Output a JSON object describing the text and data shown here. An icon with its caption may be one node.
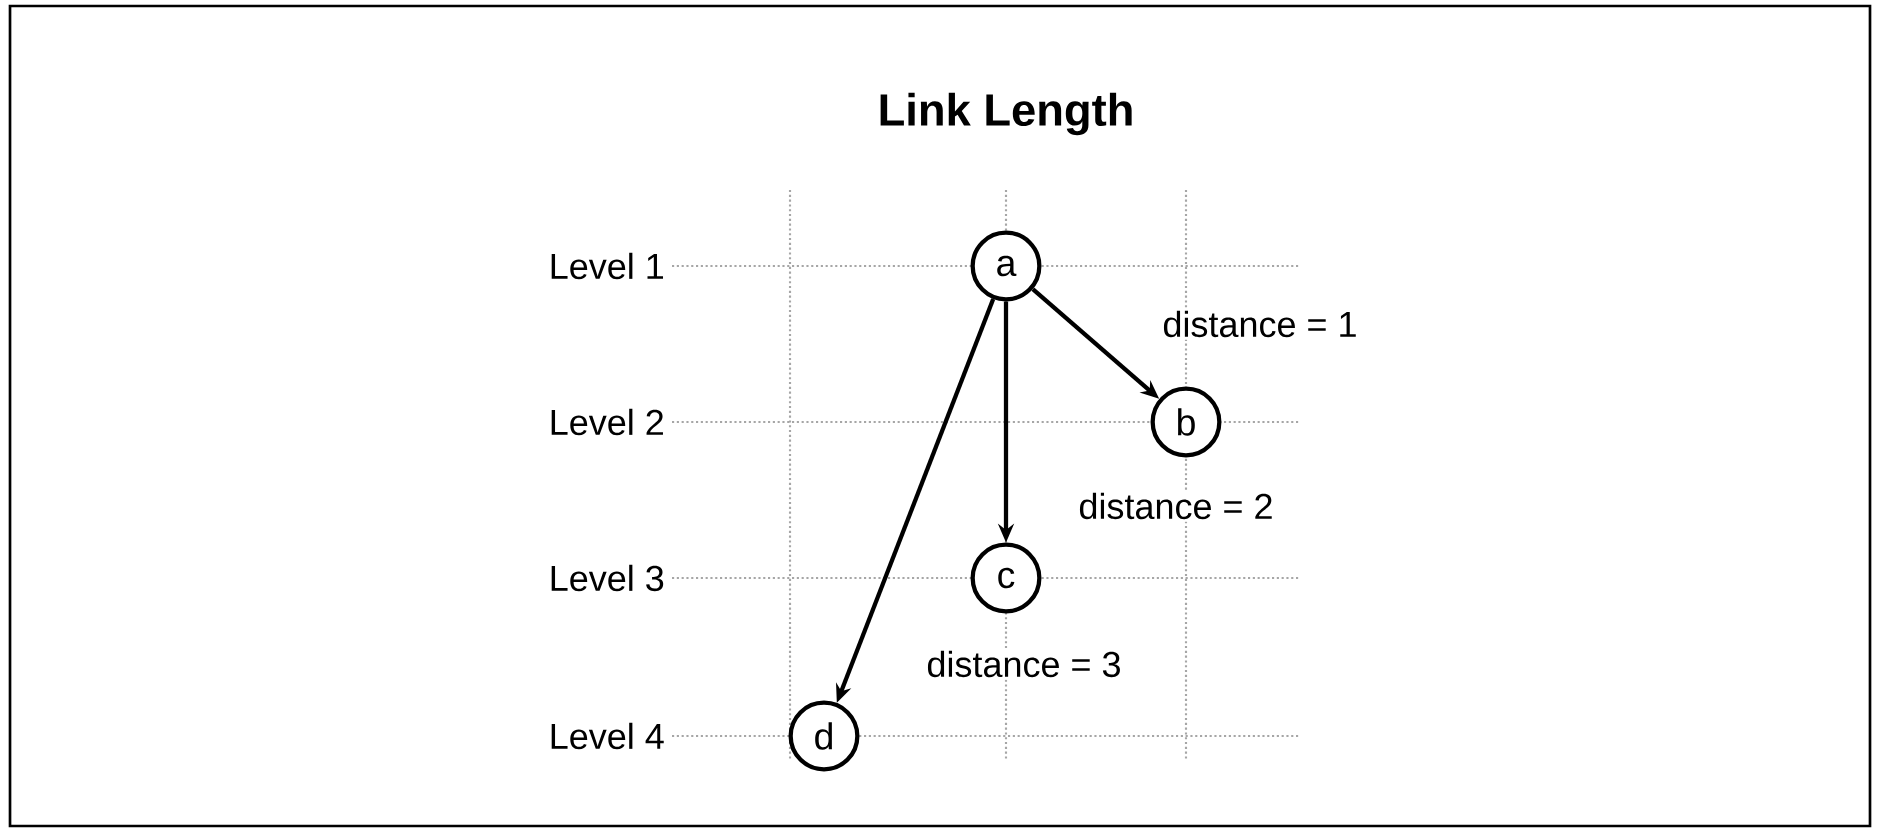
{
  "diagram": {
    "title": "Link Length",
    "nodes": [
      {
        "text": [
          "a"
        ]
      },
      {
        "text": [
          "b"
        ]
      },
      {
        "text": [
          "c"
        ]
      },
      {
        "text": [
          "d"
        ]
      }
    ],
    "edges": [
      {
        "from": 0,
        "to": 1,
        "arrow": "to",
        "label": "distance = 1"
      },
      {
        "from": 0,
        "to": 2,
        "arrow": "to",
        "label": "distance = 2"
      },
      {
        "from": 0,
        "to": 3,
        "arrow": "to",
        "label": "distance = 3"
      }
    ],
    "labels": [
      "Level 1",
      "Level 2",
      "Level 3",
      "Level 4"
    ]
  }
}
